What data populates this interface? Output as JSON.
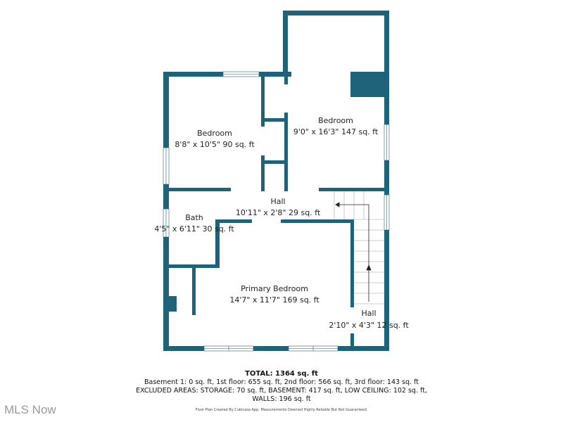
{
  "colors": {
    "wall": "#1f6378",
    "background": "#ffffff"
  },
  "rooms": [
    {
      "name": "Bedroom",
      "dims": "8'8\" x 10'5\" 90 sq. ft"
    },
    {
      "name": "Bedroom",
      "dims": "9'0\" x 16'3\" 147 sq. ft"
    },
    {
      "name": "Hall",
      "dims": "10'11\" x 2'8\" 29 sq. ft"
    },
    {
      "name": "Bath",
      "dims": "4'5\" x 6'11\" 30 sq. ft"
    },
    {
      "name": "Primary Bedroom",
      "dims": "14'7\" x 11'7\" 169 sq. ft"
    },
    {
      "name": "Hall",
      "dims": "2'10\" x 4'3\" 12 sq. ft"
    }
  ],
  "summary": {
    "total": "TOTAL: 1364 sq. ft",
    "floors": "Basement 1: 0 sq. ft, 1st floor: 655 sq. ft, 2nd floor: 566 sq. ft, 3rd floor: 143 sq. ft",
    "excluded": "EXCLUDED AREAS: STORAGE: 70 sq. ft, BASEMENT: 417 sq. ft, LOW CEILING: 102 sq. ft,",
    "walls": "WALLS: 196 sq. ft",
    "credit": "Floor Plan Created By Cubicasa App. Measurements Deemed Highly Reliable But Not Guaranteed."
  },
  "watermark": "MLS Now"
}
